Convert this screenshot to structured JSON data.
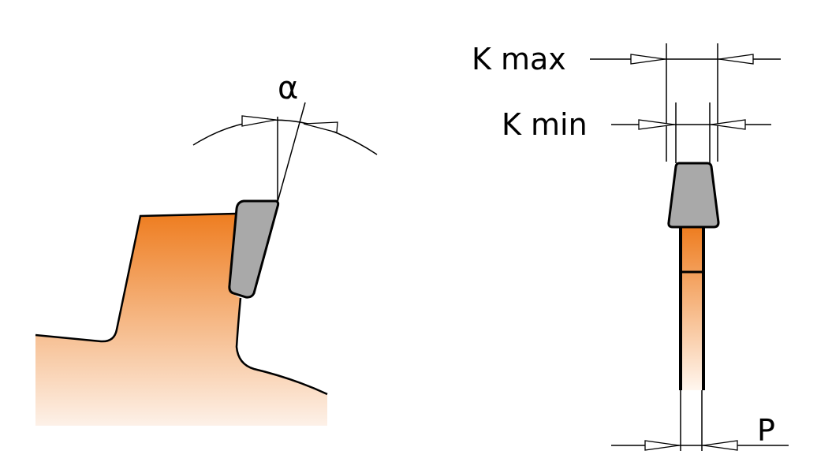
{
  "labels": {
    "angle": "α",
    "k_max": "K max",
    "k_min": "K min",
    "p": "P"
  },
  "colors": {
    "body_top": "#f0842a",
    "body_bottom": "#fdf0e6",
    "carbide": "#a9a9a9",
    "stroke": "#000000"
  }
}
